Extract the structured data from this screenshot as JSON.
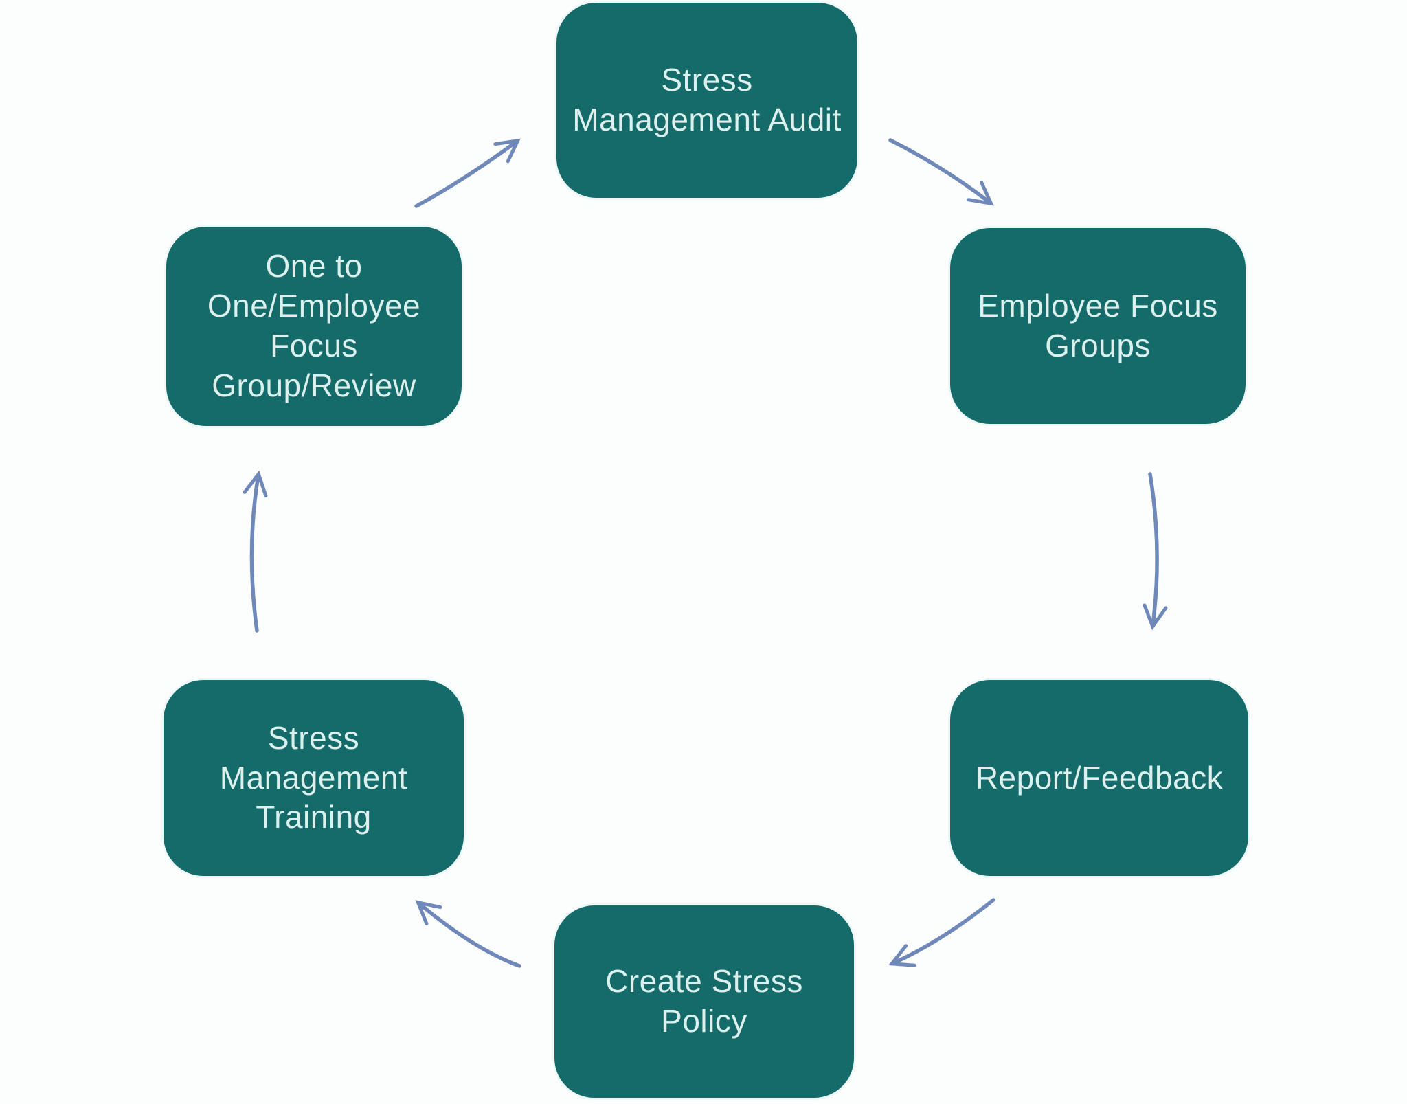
{
  "diagram": {
    "type": "cycle-flowchart",
    "background": "#fcfdfd",
    "node_fill": "#146b69",
    "node_text_color": "#dcf0ee",
    "arrow_color": "#6f88ba",
    "nodes": [
      {
        "id": "stress-management-audit",
        "label": "Stress\nManagement Audit"
      },
      {
        "id": "employee-focus-groups",
        "label": "Employee Focus\nGroups"
      },
      {
        "id": "report-feedback",
        "label": "Report/Feedback"
      },
      {
        "id": "create-stress-policy",
        "label": "Create Stress\nPolicy"
      },
      {
        "id": "stress-management-training",
        "label": "Stress\nManagement\nTraining"
      },
      {
        "id": "one-to-one-review",
        "label": "One to\nOne/Employee\nFocus\nGroup/Review"
      }
    ],
    "edges": [
      {
        "from": "stress-management-audit",
        "to": "employee-focus-groups"
      },
      {
        "from": "employee-focus-groups",
        "to": "report-feedback"
      },
      {
        "from": "report-feedback",
        "to": "create-stress-policy"
      },
      {
        "from": "create-stress-policy",
        "to": "stress-management-training"
      },
      {
        "from": "stress-management-training",
        "to": "one-to-one-review"
      },
      {
        "from": "one-to-one-review",
        "to": "stress-management-audit"
      }
    ]
  }
}
